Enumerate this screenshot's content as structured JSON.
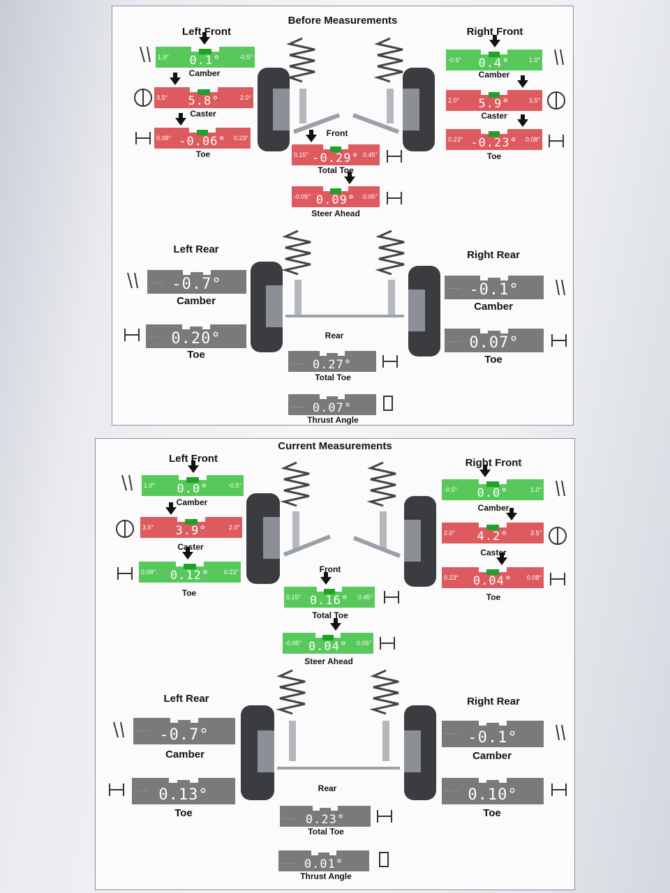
{
  "labels": {
    "left_front": "Left Front",
    "right_front": "Right Front",
    "left_rear": "Left Rear",
    "right_rear": "Right Rear",
    "camber": "Camber",
    "caster": "Caster",
    "toe": "Toe",
    "front": "Front",
    "rear": "Rear",
    "total_toe": "Total Toe",
    "steer_ahead": "Steer Ahead",
    "thrust_angle": "Thrust Angle"
  },
  "before": {
    "title": "Before Measurements",
    "lf_camber": {
      "value": "0.1°",
      "lo": "1.0°",
      "hi": "-0.5°"
    },
    "lf_caster": {
      "value": "5.8°",
      "lo": "3.5°",
      "hi": "2.0°"
    },
    "lf_toe": {
      "value": "-0.06°",
      "lo": "0.08°",
      "hi": "0.23°"
    },
    "rf_camber": {
      "value": "0.4°",
      "lo": "-0.5°",
      "hi": "1.0°"
    },
    "rf_caster": {
      "value": "5.9°",
      "lo": "2.0°",
      "hi": "3.5°"
    },
    "rf_toe": {
      "value": "-0.23°",
      "lo": "0.23°",
      "hi": "0.08°"
    },
    "front_total_toe": {
      "value": "-0.29°",
      "lo": "0.15°",
      "hi": "0.45°"
    },
    "steer_ahead": {
      "value": "0.09°",
      "lo": "-0.05°",
      "hi": "0.05°"
    },
    "lr_camber": {
      "value": "-0.7°"
    },
    "lr_toe": {
      "value": "0.20°"
    },
    "rr_camber": {
      "value": "-0.1°"
    },
    "rr_toe": {
      "value": "0.07°"
    },
    "rear_total_toe": {
      "value": "0.27°"
    },
    "thrust_angle": {
      "value": "0.07°"
    }
  },
  "current": {
    "title": "Current Measurements",
    "lf_camber": {
      "value": "0.0°",
      "lo": "1.0°",
      "hi": "-0.5°"
    },
    "lf_caster": {
      "value": "3.9°",
      "lo": "3.5°",
      "hi": "2.0°"
    },
    "lf_toe": {
      "value": "0.12°",
      "lo": "0.08°",
      "hi": "0.23°"
    },
    "rf_camber": {
      "value": "0.0°",
      "lo": "-0.5°",
      "hi": "1.0°"
    },
    "rf_caster": {
      "value": "4.2°",
      "lo": "2.0°",
      "hi": "3.5°"
    },
    "rf_toe": {
      "value": "0.04°",
      "lo": "0.23°",
      "hi": "0.08°"
    },
    "front_total_toe": {
      "value": "0.16°",
      "lo": "0.15°",
      "hi": "0.45°"
    },
    "steer_ahead": {
      "value": "0.04°",
      "lo": "-0.05°",
      "hi": "0.05°"
    },
    "lr_camber": {
      "value": "-0.7°"
    },
    "lr_toe": {
      "value": "0.13°"
    },
    "rr_camber": {
      "value": "-0.1°"
    },
    "rr_toe": {
      "value": "0.10°"
    },
    "rear_total_toe": {
      "value": "0.23°"
    },
    "thrust_angle": {
      "value": "0.01°"
    }
  },
  "colors": {
    "in_spec": "#58c85a",
    "out_of_spec": "#dd5a5f",
    "no_spec": "#7a7a7a"
  }
}
